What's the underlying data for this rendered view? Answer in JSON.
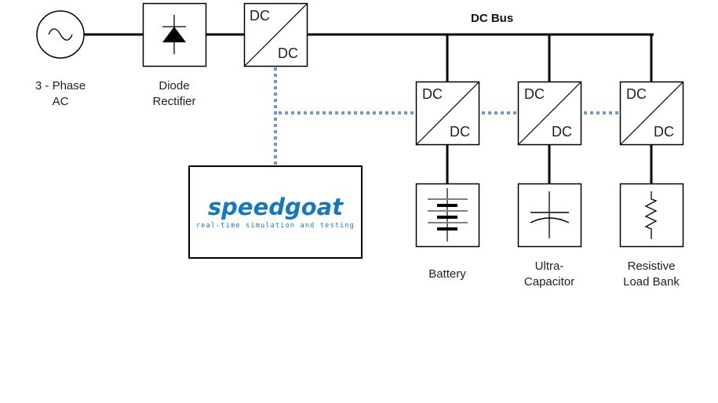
{
  "diagram": {
    "title": "DC Bus",
    "colors": {
      "wire": "#000000",
      "signal": "#6c97c8",
      "brand": "#1478be",
      "battery_plate": "#808080"
    },
    "source": {
      "icon": "ac-source-icon",
      "label_line1": "3 - Phase",
      "label_line2": "AC"
    },
    "rectifier": {
      "icon": "diode-icon",
      "label_line1": "Diode",
      "label_line2": "Rectifier"
    },
    "main_converter": {
      "top": "DC",
      "bottom": "DC"
    },
    "controller": {
      "brand": "speedgoat",
      "tagline": "real-time simulation and testing"
    },
    "branches": [
      {
        "converter_top": "DC",
        "converter_bottom": "DC",
        "icon": "battery-icon",
        "label_line1": "Battery",
        "label_line2": ""
      },
      {
        "converter_top": "DC",
        "converter_bottom": "DC",
        "icon": "capacitor-icon",
        "label_line1": "Ultra-",
        "label_line2": "Capacitor"
      },
      {
        "converter_top": "DC",
        "converter_bottom": "DC",
        "icon": "resistor-icon",
        "label_line1": "Resistive",
        "label_line2": "Load Bank"
      }
    ]
  }
}
